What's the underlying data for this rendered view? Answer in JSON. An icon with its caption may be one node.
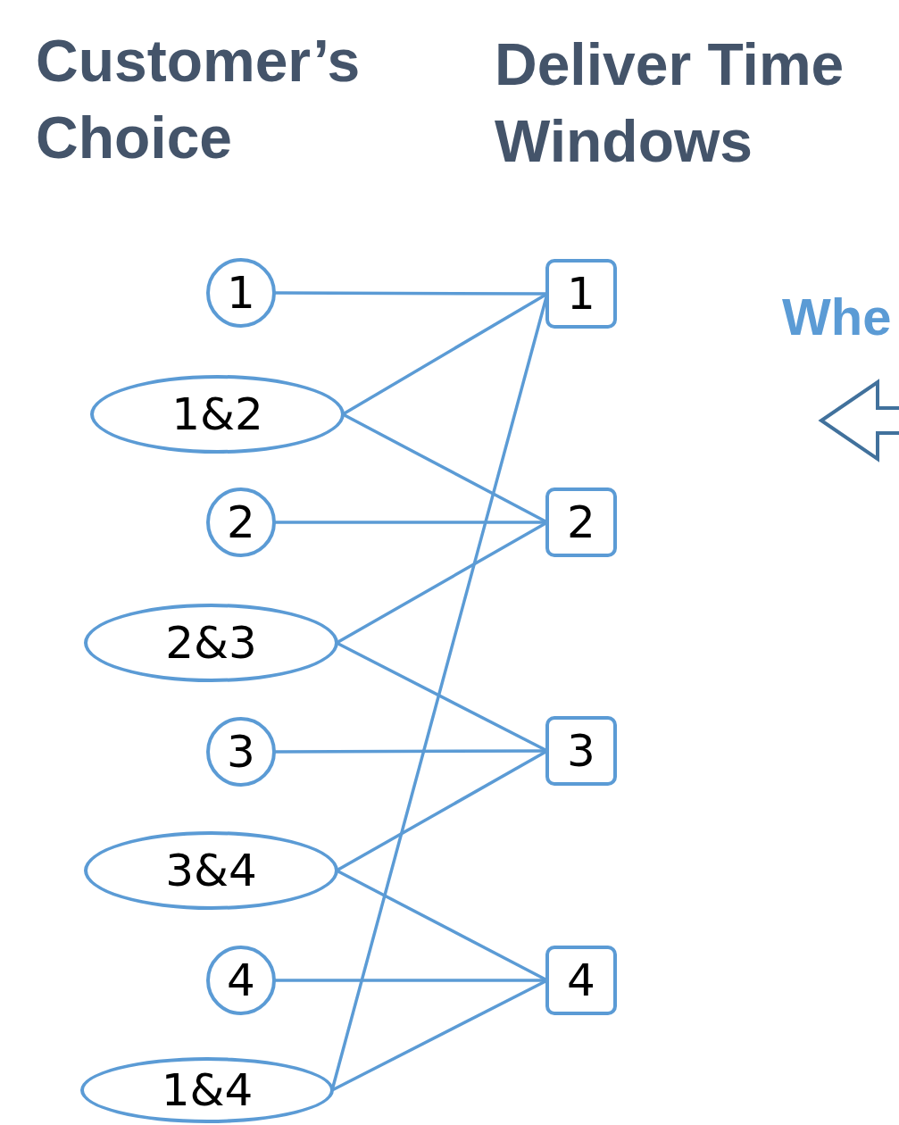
{
  "diagram": {
    "nodes": [
      {
        "text": [
          "1"
        ]
      },
      {
        "text": [
          "1&2"
        ]
      },
      {
        "text": [
          "2"
        ]
      },
      {
        "text": [
          "2&3"
        ]
      },
      {
        "text": [
          "3"
        ]
      },
      {
        "text": [
          "3&4"
        ]
      },
      {
        "text": [
          "4"
        ]
      },
      {
        "text": [
          "1&4"
        ]
      },
      {
        "text": [
          "1"
        ]
      },
      {
        "text": [
          "2"
        ]
      },
      {
        "text": [
          "3"
        ]
      },
      {
        "text": [
          "4"
        ]
      }
    ],
    "edges": [
      {
        "from": 0,
        "to": 8,
        "arrow": "none"
      },
      {
        "from": 1,
        "to": 8,
        "arrow": "none"
      },
      {
        "from": 1,
        "to": 9,
        "arrow": "none"
      },
      {
        "from": 2,
        "to": 9,
        "arrow": "none"
      },
      {
        "from": 3,
        "to": 9,
        "arrow": "none"
      },
      {
        "from": 3,
        "to": 10,
        "arrow": "none"
      },
      {
        "from": 4,
        "to": 10,
        "arrow": "none"
      },
      {
        "from": 5,
        "to": 10,
        "arrow": "none"
      },
      {
        "from": 5,
        "to": 11,
        "arrow": "none"
      },
      {
        "from": 6,
        "to": 11,
        "arrow": "none"
      },
      {
        "from": 7,
        "to": 8,
        "arrow": "none"
      },
      {
        "from": 7,
        "to": 11,
        "arrow": "none"
      }
    ],
    "labels": [
      "Customer’s Choice",
      "Deliver Time Windows",
      "Whe"
    ]
  }
}
